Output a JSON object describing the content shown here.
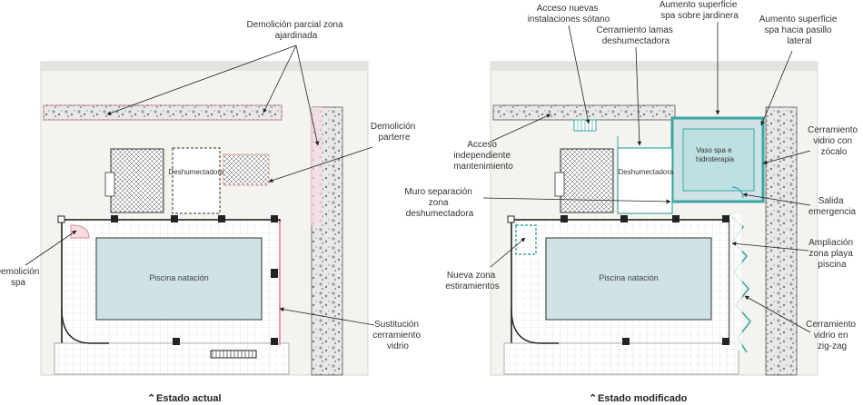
{
  "left": {
    "caption": "Estado actual",
    "pool_label": "Piscina natación",
    "dehum_label": "Deshumectadora",
    "annotations": {
      "demolicion_parcial": [
        "Demolición parcial zona",
        "ajardinada"
      ],
      "demolicion_parterre": [
        "Demolición",
        "parterre"
      ],
      "demolicion_spa": [
        "Demolición",
        "spa"
      ],
      "sustitucion": [
        "Sustitución",
        "cerramiento",
        "vidrio"
      ]
    }
  },
  "right": {
    "caption": "Estado modificado",
    "pool_label": "Piscina natación",
    "dehum_label": "Deshumectadora",
    "spa_label": [
      "Vaso spa e",
      "hidroterapia"
    ],
    "annotations": {
      "acceso_nuevas": [
        "Acceso nuevas",
        "instalaciones sótano"
      ],
      "aumento_jardinera": [
        "Aumento superficie",
        "spa sobre jardinera"
      ],
      "aumento_pasillo": [
        "Aumento superficie",
        "spa hacia pasillo",
        "lateral"
      ],
      "cerramiento_lamas": [
        "Cerramiento lamas",
        "deshumectadora"
      ],
      "acceso_independiente": [
        "Acceso",
        "independiente",
        "mantenimiento"
      ],
      "muro_separacion": [
        "Muro separación",
        "zona",
        "deshumectadora"
      ],
      "nueva_zona": [
        "Nueva zona",
        "estiramientos"
      ],
      "cerramiento_zocalo": [
        "Cerramiento",
        "vidrio con",
        "zócalo"
      ],
      "salida_emergencia": [
        "Salida",
        "emergencia"
      ],
      "ampliacion": [
        "Ampliación",
        "zona playa",
        "piscina"
      ],
      "cerramiento_zigzag": [
        "Cerramiento",
        "vidrio en",
        "zig-zag"
      ]
    }
  },
  "colors": {
    "accent": "#3aa6a6",
    "demolition": "#e89aa8",
    "pool": "#cfe3e6",
    "line": "#222222"
  }
}
